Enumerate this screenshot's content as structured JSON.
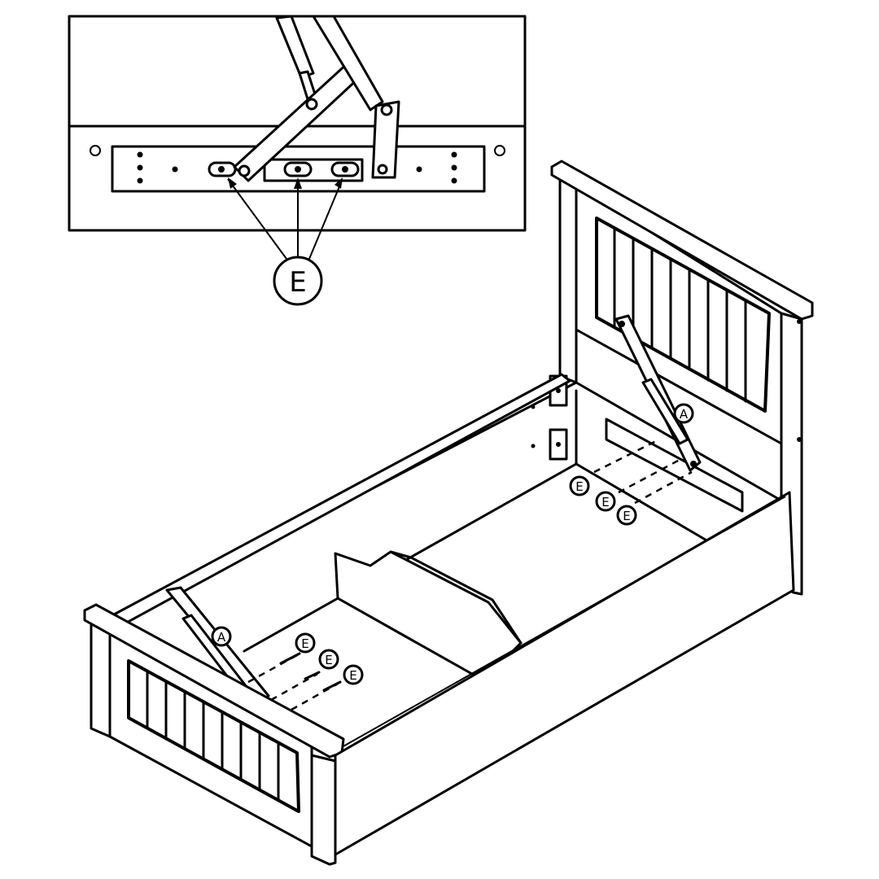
{
  "inset": {
    "callout_label": "E"
  },
  "bed": {
    "headboard_strut_label": "A",
    "footboard_strut_label": "A",
    "headboard_bolts": [
      "E",
      "E",
      "E"
    ],
    "footboard_bolts": [
      "E",
      "E",
      "E"
    ]
  },
  "colors": {
    "line": "#000000",
    "background": "#ffffff"
  }
}
